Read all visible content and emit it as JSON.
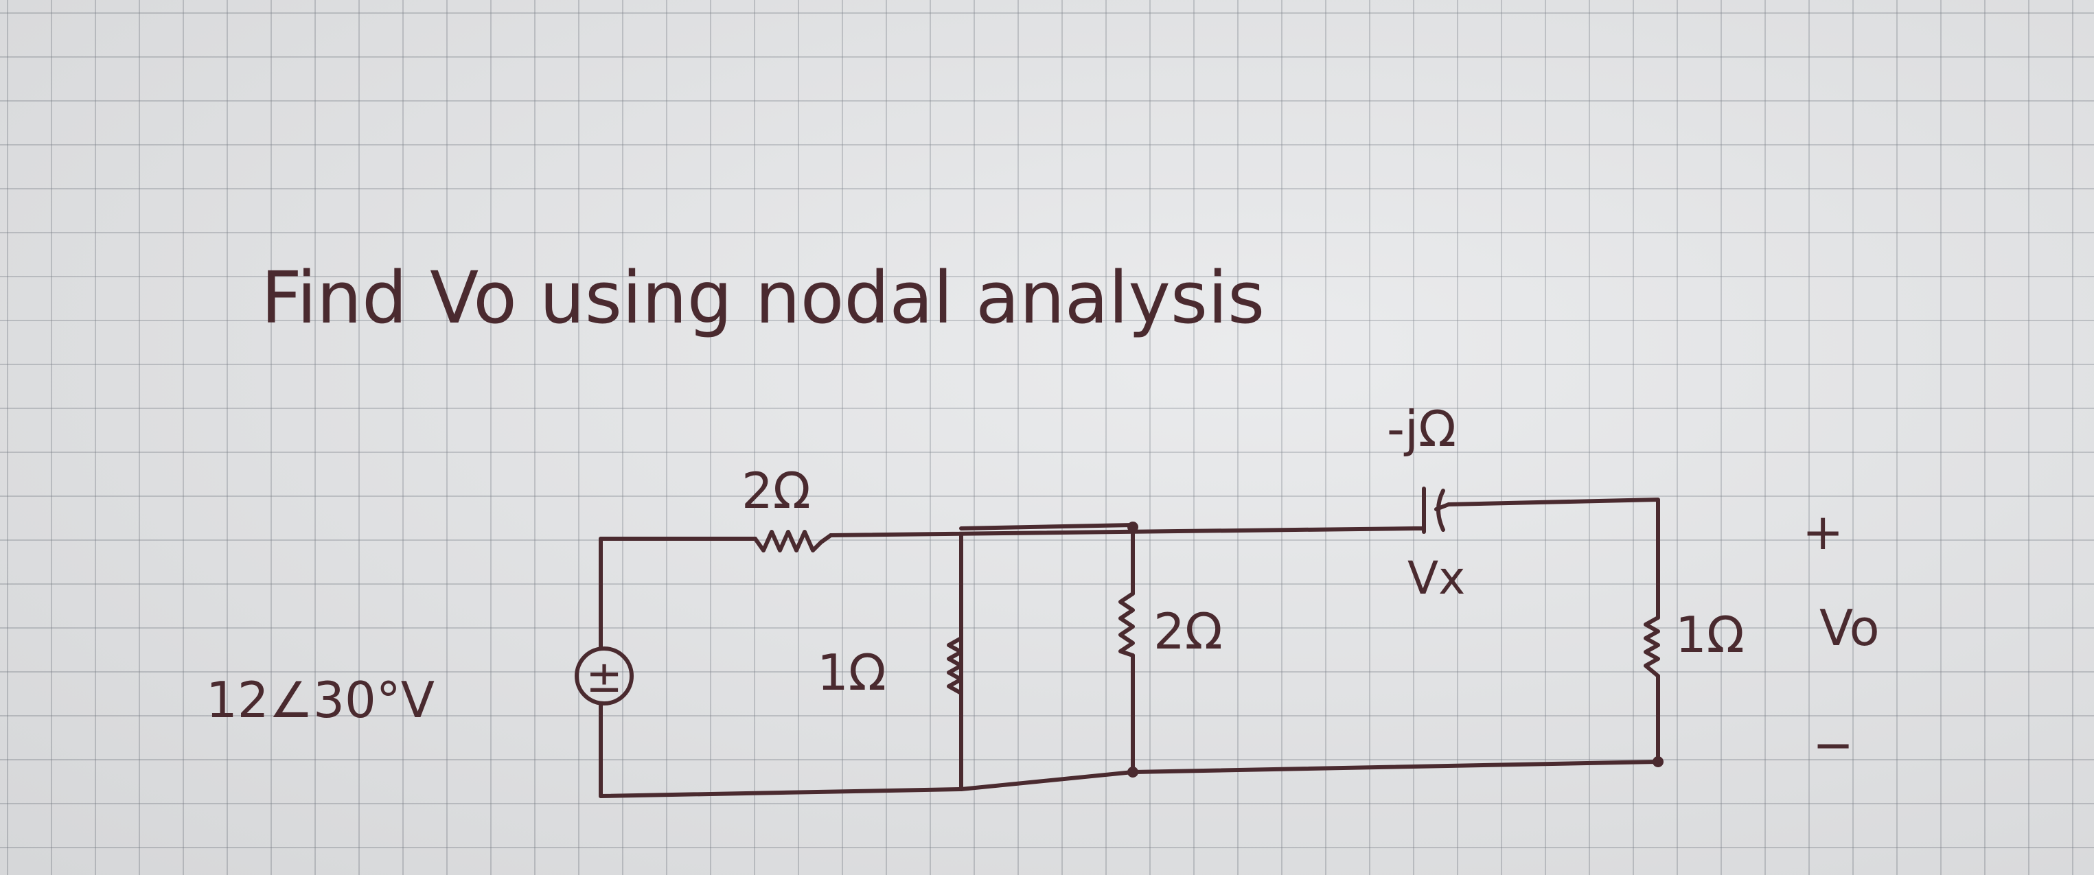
{
  "title": "Find Vo using nodal analysis",
  "source": {
    "value": "12∠30°V",
    "symbol": "±"
  },
  "components": {
    "r_series": "2Ω",
    "r_shunt_1": "1Ω",
    "r_shunt_2": "2Ω",
    "capacitor": "-jΩ",
    "r_load": "1Ω"
  },
  "labels": {
    "vx": "Vx",
    "vo": "Vo",
    "plus": "+",
    "minus": "−"
  }
}
